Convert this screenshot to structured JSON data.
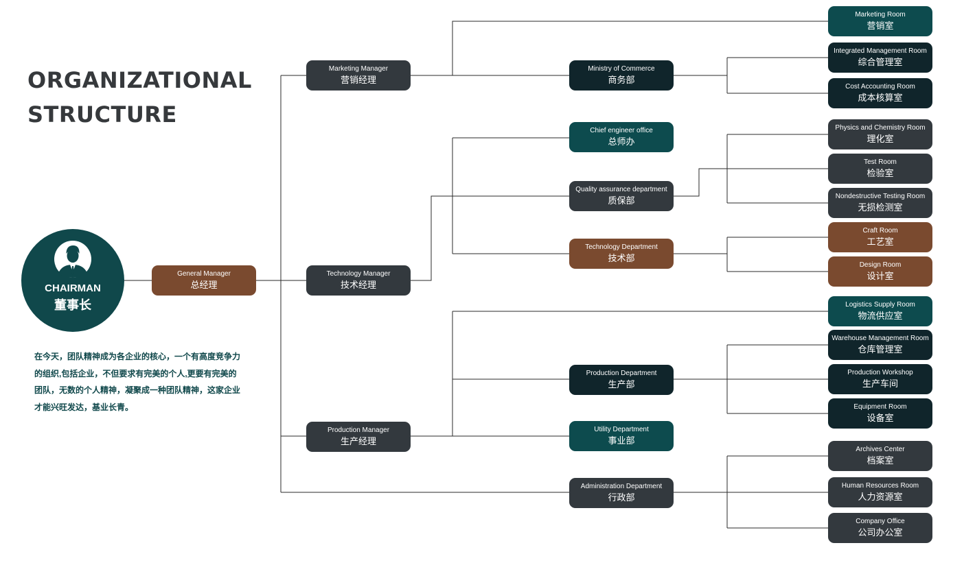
{
  "title": [
    "ORGANIZATIONAL",
    "STRUCTURE"
  ],
  "chairman": {
    "en": "CHAIRMAN",
    "cn": "董事长",
    "icon": "person-icon"
  },
  "description": "在今天，团队精神成为各企业的核心，一个有高度竞争力的组织,包括企业，不但要求有完美的个人,更要有完美的团队，无数的个人精神，凝聚成一种团队精神，这家企业才能兴旺发达，基业长青。",
  "colors": {
    "dark": "#10252b",
    "gray": "#33393e",
    "teal": "#0d4b4e",
    "brown": "#7a4a2f"
  },
  "nodes": {
    "general_manager": {
      "en": "General Manager",
      "cn": "总经理"
    },
    "marketing_manager": {
      "en": "Marketing Manager",
      "cn": "营销经理"
    },
    "technology_manager": {
      "en": "Technology Manager",
      "cn": "技术经理"
    },
    "production_manager": {
      "en": "Production Manager",
      "cn": "生产经理"
    },
    "ministry_of_commerce": {
      "en": "Ministry of Commerce",
      "cn": "商务部"
    },
    "chief_engineer_office": {
      "en": "Chief engineer office",
      "cn": "总师办"
    },
    "quality_assurance": {
      "en": "Quality assurance department",
      "cn": "质保部"
    },
    "technology_department": {
      "en": "Technology Department",
      "cn": "技术部"
    },
    "production_department": {
      "en": "Production Department",
      "cn": "生产部"
    },
    "utility_department": {
      "en": "Utility Department",
      "cn": "事业部"
    },
    "administration_department": {
      "en": "Administration Department",
      "cn": "行政部"
    },
    "marketing_room": {
      "en": "Marketing Room",
      "cn": "营销室"
    },
    "integrated_management_room": {
      "en": "Integrated Management Room",
      "cn": "综合管理室"
    },
    "cost_accounting_room": {
      "en": "Cost Accounting Room",
      "cn": "成本核算室"
    },
    "physics_chemistry_room": {
      "en": "Physics and Chemistry Room",
      "cn": "理化室"
    },
    "test_room": {
      "en": "Test Room",
      "cn": "检验室"
    },
    "nondestructive_testing_room": {
      "en": "Nondestructive Testing Room",
      "cn": "无损检测室"
    },
    "craft_room": {
      "en": "Craft Room",
      "cn": "工艺室"
    },
    "design_room": {
      "en": "Design Room",
      "cn": "设计室"
    },
    "logistics_supply_room": {
      "en": "Logistics Supply Room",
      "cn": "物流供应室"
    },
    "warehouse_management_room": {
      "en": "Warehouse Management Room",
      "cn": "仓库管理室"
    },
    "production_workshop": {
      "en": "Production Workshop",
      "cn": "生产车间"
    },
    "equipment_room": {
      "en": "Equipment Room",
      "cn": "设备室"
    },
    "archives_center": {
      "en": "Archives Center",
      "cn": "档案室"
    },
    "human_resources_room": {
      "en": "Human Resources Room",
      "cn": "人力资源室"
    },
    "company_office": {
      "en": "Company Office",
      "cn": "公司办公室"
    }
  }
}
